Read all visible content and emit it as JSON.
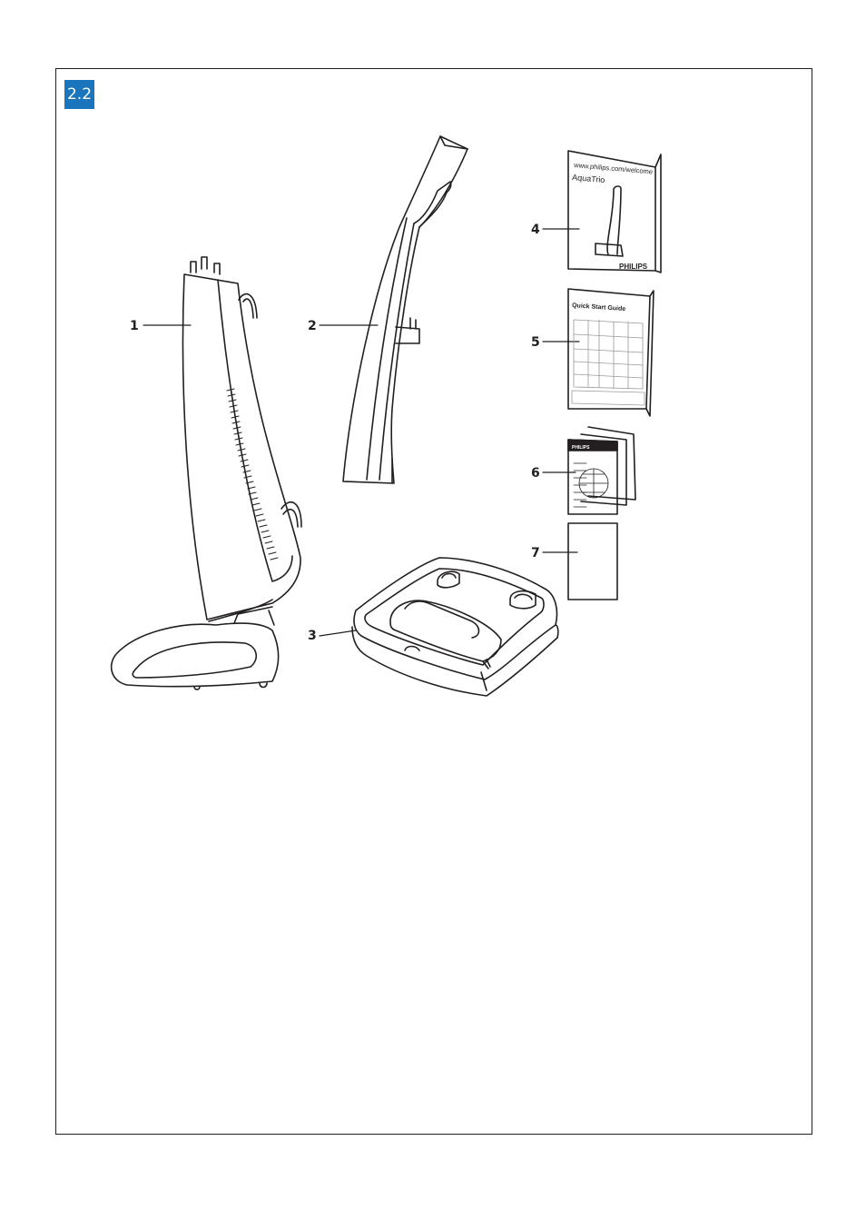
{
  "section": {
    "label": "2.2",
    "color": "#1b75bc"
  },
  "callouts": [
    "1",
    "2",
    "3",
    "4",
    "5",
    "6",
    "7"
  ],
  "manual": {
    "url": "www.philips.com/welcome",
    "product": "AquaTrio",
    "brand": "PHILIPS"
  },
  "quick_start": {
    "title": "Quick Start Guide"
  },
  "leaflet": {
    "brand": "PHILIPS"
  }
}
